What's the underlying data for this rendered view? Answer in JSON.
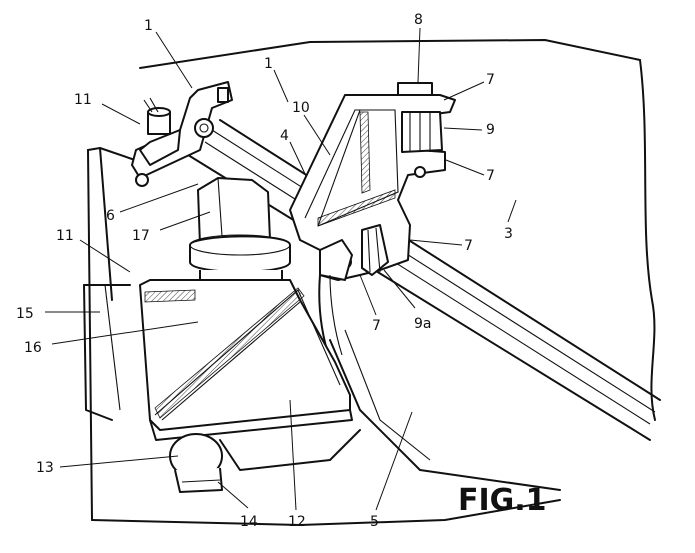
{
  "figure": {
    "title": "FIG.1",
    "labels": {
      "l1a": "1",
      "l1b": "1",
      "l3": "3",
      "l4": "4",
      "l5": "5",
      "l6": "6",
      "l7a": "7",
      "l7b": "7",
      "l7c": "7",
      "l7d": "7",
      "l8": "8",
      "l9": "9",
      "l9a": "9a",
      "l10": "10",
      "l11a": "11",
      "l11b": "11",
      "l12": "12",
      "l13": "13",
      "l14": "14",
      "l15": "15",
      "l16": "16",
      "l17": "17"
    }
  }
}
